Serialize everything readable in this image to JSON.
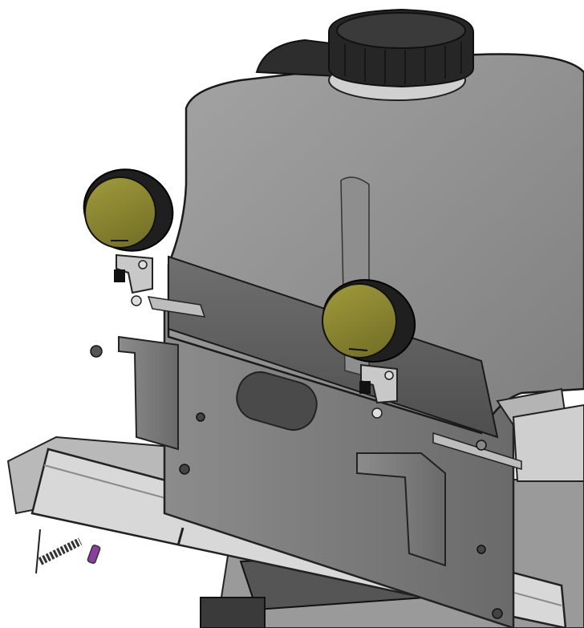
{
  "colors": {
    "background": "#ffffff",
    "tank_light": "#8a8a8a",
    "tank_shadow": "#5e5e5e",
    "cap": "#2a2a2a",
    "lens": "#7d7a2e",
    "bezel": "#1e1e1e",
    "bracket": "#9c9c9c",
    "frame": "#7a7a7a"
  },
  "parts": {
    "tank": "tank",
    "cap": "filler-cap",
    "lights": [
      "work-light-left",
      "work-light-right"
    ]
  }
}
